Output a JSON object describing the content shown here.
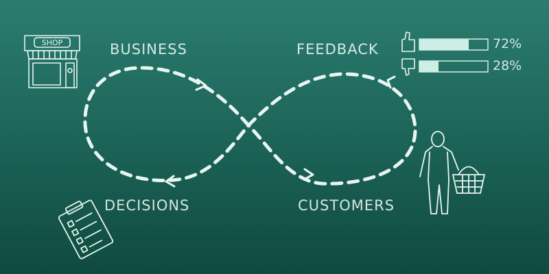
{
  "labels": {
    "business": "BUSINESS",
    "feedback": "FEEDBACK",
    "decisions": "DECISIONS",
    "customers": "CUSTOMERS",
    "shop_sign": "SHOP"
  },
  "feedback": {
    "positive": {
      "icon": "thumbs-up-icon",
      "percent": 72,
      "label": "72%"
    },
    "negative": {
      "icon": "thumbs-down-icon",
      "percent": 28,
      "label": "28%"
    }
  },
  "colors": {
    "chalk": "#e8f6f1",
    "board_top": "#2b7d70",
    "board_bottom": "#0f4a40"
  }
}
